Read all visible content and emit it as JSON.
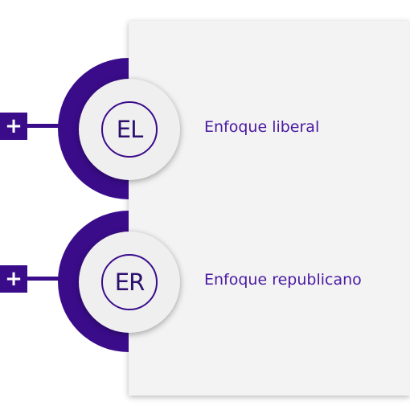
{
  "items": [
    {
      "abbreviation": "EL",
      "label": "Enfoque liberal",
      "expand_symbol": "+"
    },
    {
      "abbreviation": "ER",
      "label": "Enfoque republicano",
      "expand_symbol": "+"
    }
  ],
  "colors": {
    "accent": "#3a0c8a",
    "label_text": "#4a1aa0",
    "panel_background": "#f3f3f4",
    "circle_background": "#efeff0"
  }
}
